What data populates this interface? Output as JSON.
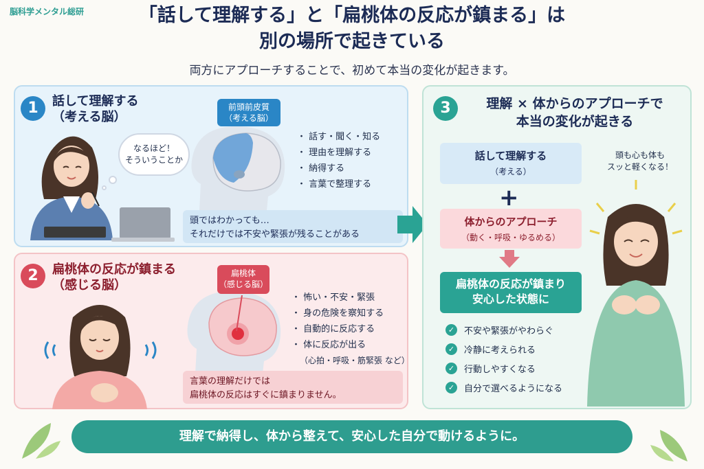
{
  "brand": "脳科学メンタル総研",
  "header": {
    "title_line1": "「話して理解する」と「扁桃体の反応が鎮まる」は",
    "title_line2": "別の場所で起きている",
    "subtitle": "両方にアプローチすることで、初めて本当の変化が起きます。"
  },
  "panel1": {
    "number": "1",
    "heading_line1": "話して理解する",
    "heading_line2": "（考える脳）",
    "bubble_line1": "なるほど！",
    "bubble_line2": "そういうことか",
    "tag_line1": "前頭前皮質",
    "tag_line2": "（考える脳）",
    "bullets": [
      "話す・聞く・知る",
      "理由を理解する",
      "納得する",
      "言葉で整理する"
    ],
    "note_line1": "頭ではわかっても…",
    "note_line2": "それだけでは不安や緊張が残ることがある"
  },
  "panel2": {
    "number": "2",
    "heading_line1": "扁桃体の反応が鎮まる",
    "heading_line2": "（感じる脳）",
    "tag_line1": "扁桃体",
    "tag_line2": "（感じる脳）",
    "bullets": [
      "怖い・不安・緊張",
      "身の危険を察知する",
      "自動的に反応する",
      "体に反応が出る"
    ],
    "bullet_sub": "（心拍・呼吸・筋緊張 など）",
    "note_line1": "言葉の理解だけでは",
    "note_line2": "扁桃体の反応はすぐに鎮まりません。"
  },
  "panel3": {
    "number": "3",
    "heading_line1": "理解 × 体からのアプローチで",
    "heading_line2": "本当の変化が起きる",
    "box1_title": "話して理解する",
    "box1_sub": "（考える）",
    "plus": "+",
    "box2_title": "体からのアプローチ",
    "box2_sub": "（動く・呼吸・ゆるめる）",
    "box3_line1": "扁桃体の反応が鎮まり",
    "box3_line2": "安心した状態に",
    "checks": [
      "不安や緊張がやわらぐ",
      "冷静に考えられる",
      "行動しやすくなる",
      "自分で選べるようになる"
    ],
    "voice_line1": "頭も心も体も",
    "voice_line2": "スッと軽くなる！"
  },
  "footer": "理解で納得し、体から整えて、安心した自分で動けるように。",
  "colors": {
    "blue": "#2a86c6",
    "red": "#d94b5b",
    "teal": "#2aa394",
    "navy": "#1c2b55"
  }
}
